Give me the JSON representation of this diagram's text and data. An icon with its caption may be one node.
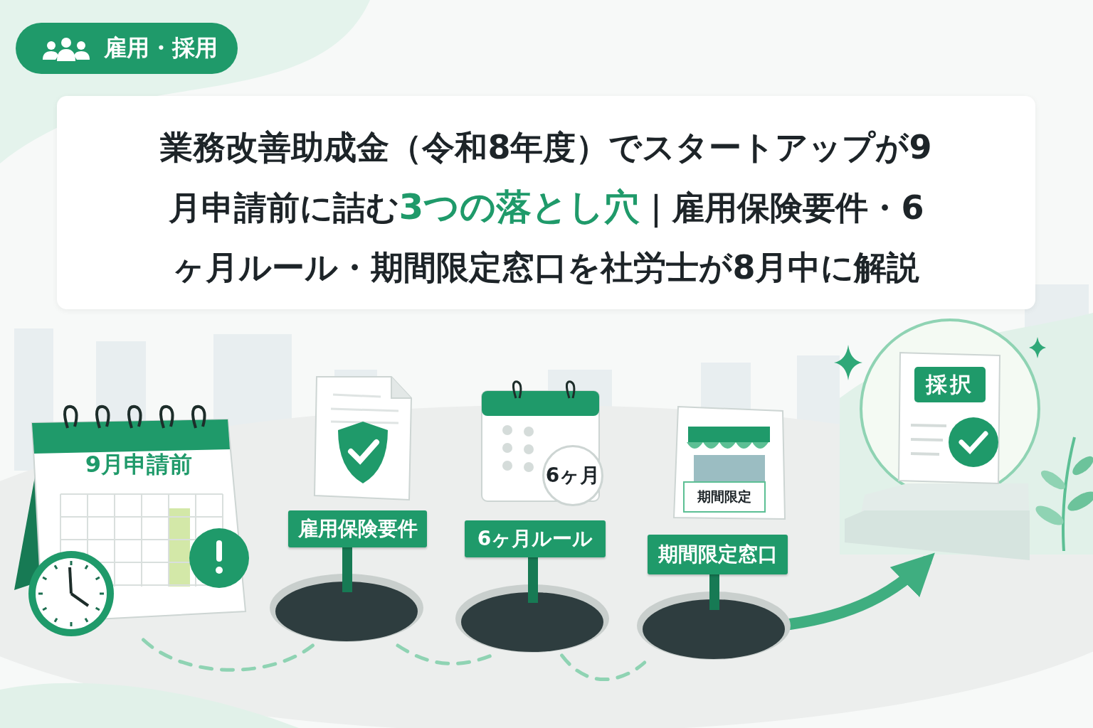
{
  "diagram": {
    "title": "業務改善助成金（令和8年度）でスタートアップが9月申請前に詰む**3つの落とし穴**｜雇用保険要件・6ヶ月ルール・期間限定窓口を社労士が8月中に解説",
    "nodes": [
      {
        "text": [
          "9月申請前"
        ]
      },
      {
        "text": [
          "雇用保険要件"
        ]
      },
      {
        "text": [
          "6ヶ月ルール"
        ]
      },
      {
        "text": [
          "期間限定窓口"
        ]
      },
      {
        "text": [
          "採択"
        ]
      }
    ],
    "edges": [
      {
        "from": 0,
        "to": 1,
        "arrow": "none",
        "style": "dashed",
        "color": "#8fd3b3"
      },
      {
        "from": 1,
        "to": 2,
        "arrow": "none",
        "style": "dashed",
        "color": "#8fd3b3"
      },
      {
        "from": 2,
        "to": 3,
        "arrow": "none",
        "style": "dashed",
        "color": "#8fd3b3"
      },
      {
        "from": 3,
        "to": 4,
        "arrow": "to",
        "style": "thick"
      }
    ],
    "labels": [
      "雇用・採用",
      "6ヶ月",
      "期間限定"
    ]
  }
}
